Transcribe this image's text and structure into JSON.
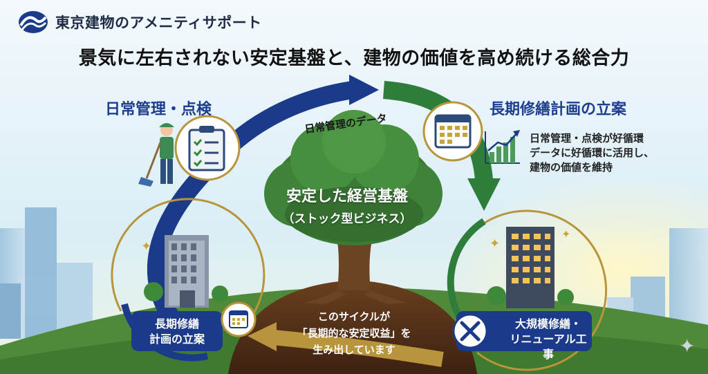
{
  "brand": {
    "name": "東京建物のアメニティサポート",
    "logo_icon": "wave-logo-icon"
  },
  "headline": "景気に左右されない安定基盤と、建物の価値を高め続ける総合力",
  "sections": {
    "daily": {
      "title": "日常管理・点検"
    },
    "plan": {
      "title": "長期修繕計画の立案"
    }
  },
  "flow_label": "日常管理のデータ",
  "note": {
    "lines": [
      "日常管理・点検が好循環",
      "データに好循環に活用し、",
      "建物の価値を維持"
    ]
  },
  "tree": {
    "line1": "安定した経営基盤",
    "line2": "（ストック型ビジネス）"
  },
  "center_message": {
    "lines": [
      "このサイクルが",
      "「長期的な安定収益」を",
      "生み出しています"
    ]
  },
  "left_label": {
    "lines": [
      "長期修繕",
      "計画の立案"
    ]
  },
  "right_label": {
    "lines": [
      "大規模修繕・",
      "リニューアル工事"
    ]
  },
  "colors": {
    "navy": "#1b3a8a",
    "green": "#2f7d3a",
    "gold": "#b8943c",
    "sky": "#dff1f7",
    "soil": "#4a2c17",
    "hill": "#4f8a3a"
  }
}
